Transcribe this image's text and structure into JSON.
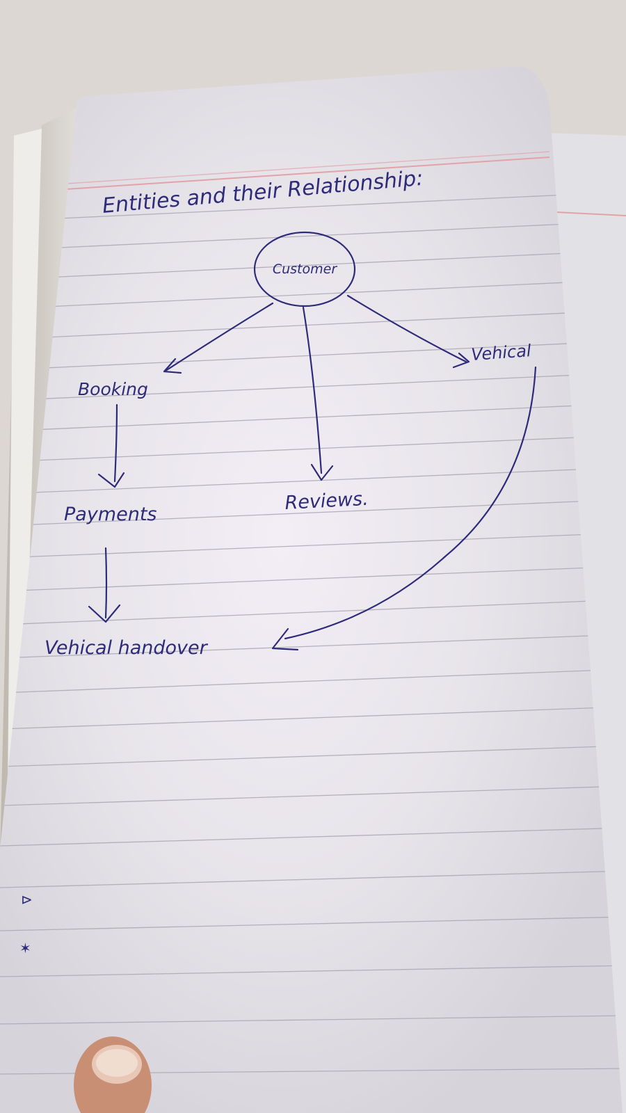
{
  "title": "Entities and their Relationship:",
  "nodes": {
    "customer": "Customer",
    "booking": "Booking",
    "vehicle": "Vehical",
    "payments": "Payments",
    "reviews": "Reviews.",
    "handover": "Vehical handover"
  },
  "edges": [
    {
      "from": "Customer",
      "to": "Booking"
    },
    {
      "from": "Customer",
      "to": "Reviews."
    },
    {
      "from": "Customer",
      "to": "Vehical"
    },
    {
      "from": "Booking",
      "to": "Payments"
    },
    {
      "from": "Payments",
      "to": "Vehical handover"
    },
    {
      "from": "Vehical",
      "to": "Vehical handover"
    }
  ],
  "colors": {
    "ink": "#2e2b7a",
    "paper": "#e9e7ea",
    "rule_line": "#a9a7b3",
    "margin_line": "#e2a2a8"
  }
}
